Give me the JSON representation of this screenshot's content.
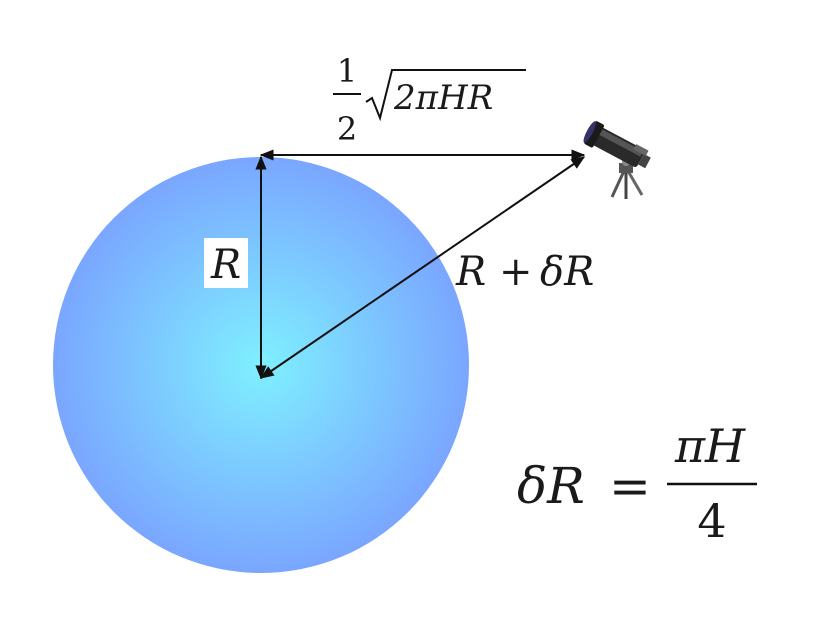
{
  "labels": {
    "radius": "R",
    "hypotenuse_r": "R",
    "hypotenuse_plus": "+",
    "hypotenuse_delta_r": "δR",
    "half_num": "1",
    "half_den": "2",
    "sqrt_body": "2πHR",
    "eq_delta_r": "δR",
    "eq_equals": "=",
    "eq_num": "πH",
    "eq_den": "4"
  },
  "colors": {
    "sphere_center": "#7ff0ff",
    "sphere_edge": "#7aa6ff",
    "line": "#111111",
    "label_bg": "#ffffff"
  },
  "icons": {
    "observer": "telescope-icon"
  }
}
